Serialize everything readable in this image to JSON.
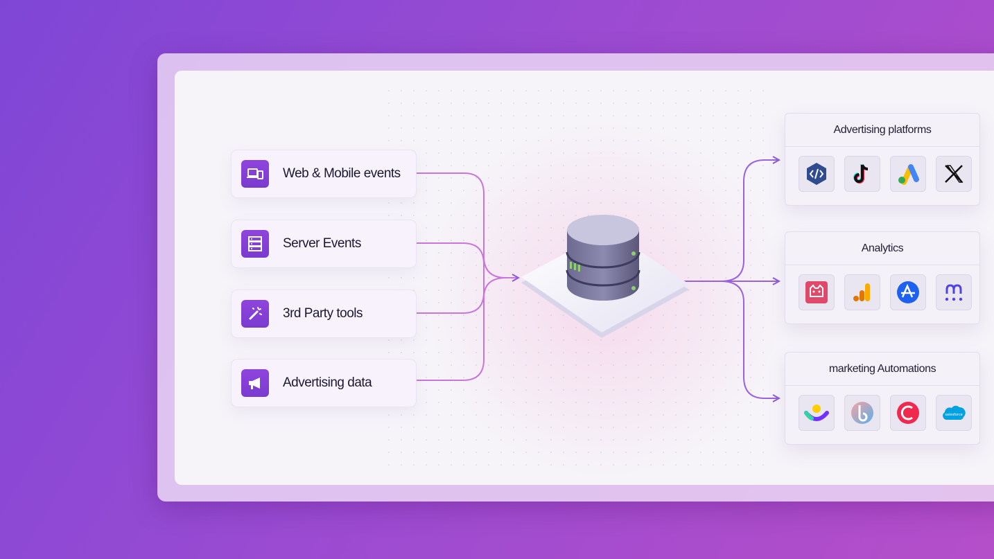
{
  "sources": [
    {
      "label": "Web & Mobile events",
      "icon": "devices-icon"
    },
    {
      "label": "Server Events",
      "icon": "server-icon"
    },
    {
      "label": "3rd Party tools",
      "icon": "magic-wand-icon"
    },
    {
      "label": "Advertising data",
      "icon": "megaphone-icon"
    }
  ],
  "hub": {
    "icon": "database-icon"
  },
  "destinations": [
    {
      "title": "Advertising platforms",
      "logos": [
        "code-tag-icon",
        "tiktok-icon",
        "google-ads-icon",
        "x-icon"
      ]
    },
    {
      "title": "Analytics",
      "logos": [
        "mixpanel-cat-icon",
        "google-analytics-icon",
        "amplitude-icon",
        "mixpanel-m-icon"
      ]
    },
    {
      "title": "marketing Automations",
      "logos": [
        "customerio-icon",
        "braze-icon",
        "moengage-icon",
        "salesforce-icon"
      ]
    }
  ],
  "colors": {
    "accent": "#8a44dc",
    "line": "#c46fd8",
    "arrow": "#8a5ad8"
  },
  "salesforce_text": "salesforce"
}
